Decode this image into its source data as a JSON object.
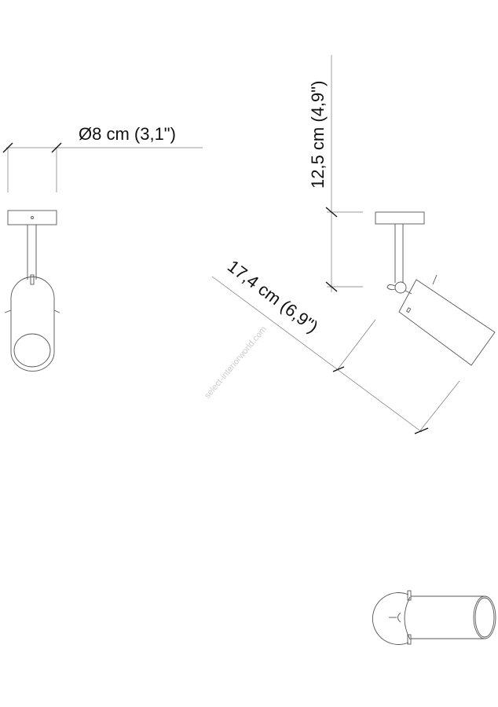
{
  "dimensions": {
    "diameter_label": "Ø8 cm (3,1\")",
    "height_label": "12,5 cm (4,9\")",
    "length_label": "17,4 cm (6,9\")"
  },
  "watermark": "select-interiorworld.com",
  "colors": {
    "line": "#555555",
    "text": "#111111",
    "watermark": "#cccccc"
  }
}
